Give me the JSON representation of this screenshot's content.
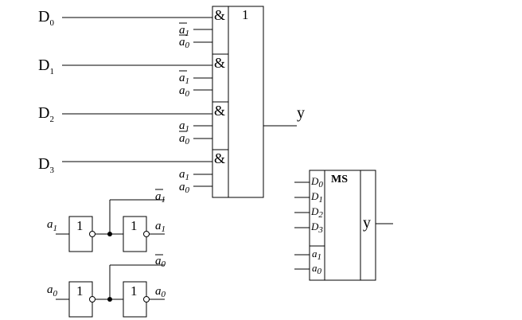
{
  "mux": {
    "inputs": [
      {
        "label": "D",
        "sub": "0"
      },
      {
        "label": "D",
        "sub": "1"
      },
      {
        "label": "D",
        "sub": "2"
      },
      {
        "label": "D",
        "sub": "3"
      }
    ],
    "and_symbol": "&",
    "or_symbol": "1",
    "gate_inputs": [
      [
        {
          "v": "a",
          "sub": "1",
          "bar": true
        },
        {
          "v": "a",
          "sub": "0",
          "bar": true
        }
      ],
      [
        {
          "v": "a",
          "sub": "1",
          "bar": true
        },
        {
          "v": "a",
          "sub": "0",
          "bar": false
        }
      ],
      [
        {
          "v": "a",
          "sub": "1",
          "bar": false
        },
        {
          "v": "a",
          "sub": "0",
          "bar": true
        }
      ],
      [
        {
          "v": "a",
          "sub": "1",
          "bar": false
        },
        {
          "v": "a",
          "sub": "0",
          "bar": false
        }
      ]
    ],
    "output": "y"
  },
  "inverters": {
    "symbol": "1",
    "rows": [
      {
        "in": {
          "v": "a",
          "sub": "1"
        },
        "bar_out": {
          "v": "a",
          "sub": "1"
        },
        "out": {
          "v": "a",
          "sub": "1"
        }
      },
      {
        "in": {
          "v": "a",
          "sub": "0"
        },
        "bar_out": {
          "v": "a",
          "sub": "0"
        },
        "out": {
          "v": "a",
          "sub": "0"
        }
      }
    ]
  },
  "ms_block": {
    "title": "MS",
    "data_inputs": [
      {
        "v": "D",
        "sub": "0"
      },
      {
        "v": "D",
        "sub": "1"
      },
      {
        "v": "D",
        "sub": "2"
      },
      {
        "v": "D",
        "sub": "3"
      }
    ],
    "addr_inputs": [
      {
        "v": "a",
        "sub": "1"
      },
      {
        "v": "a",
        "sub": "0"
      }
    ],
    "output": "y"
  }
}
